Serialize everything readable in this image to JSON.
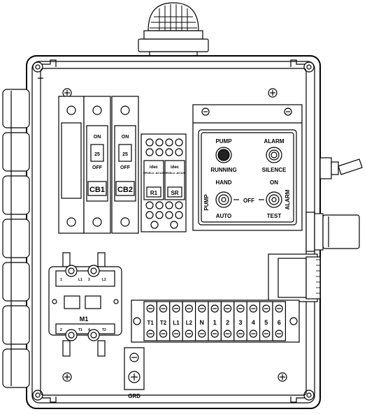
{
  "breakers": {
    "cb1": {
      "label": "CB1",
      "on": "ON",
      "rating": "25",
      "off": "OFF"
    },
    "cb2": {
      "label": "CB2",
      "on": "ON",
      "rating": "25",
      "off": "OFF"
    }
  },
  "relays": {
    "r1": {
      "label": "R1",
      "brand": "idec",
      "part": "RR1B-U\n-AC120"
    },
    "sr": {
      "label": "SR",
      "brand": "idec",
      "part": "RR1B-U\n-AC120"
    }
  },
  "controls": {
    "pump_light_top": "PUMP",
    "pump_light_bottom": "RUNNING",
    "alarm_button_top": "ALARM",
    "alarm_button_bottom": "SILENCE",
    "hand": "HAND",
    "auto": "AUTO",
    "on": "ON",
    "test": "TEST",
    "off": "OFF",
    "pump_side": "PUMP",
    "alarm_side": "ALARM"
  },
  "contactor": {
    "label": "M1",
    "terminals_top": [
      "1",
      "L1",
      "3",
      "L2"
    ],
    "terminals_bottom": [
      "2",
      "T1",
      "4",
      "T2"
    ]
  },
  "terminal_block": {
    "labels": [
      "T1",
      "T2",
      "L1",
      "L2",
      "N",
      "1",
      "2",
      "3",
      "4",
      "5",
      "6"
    ]
  },
  "ground": {
    "label": "GRD"
  }
}
